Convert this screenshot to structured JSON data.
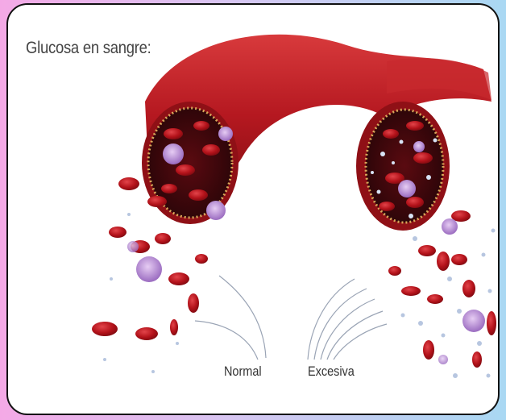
{
  "illustration": {
    "title": "Glucosa en sangre:",
    "labels": {
      "normal": "Normal",
      "excessive": "Excesiva"
    },
    "colors": {
      "vessel": "#b51820",
      "vessel_dark": "#7a0c10",
      "red_cell": "#c2121a",
      "white_cell": "#b98ad4",
      "glucose_dot": "#d7e3f5",
      "frame_border": "#111111",
      "background_left": "#f4a9e6",
      "background_right": "#a9d8f3"
    }
  }
}
